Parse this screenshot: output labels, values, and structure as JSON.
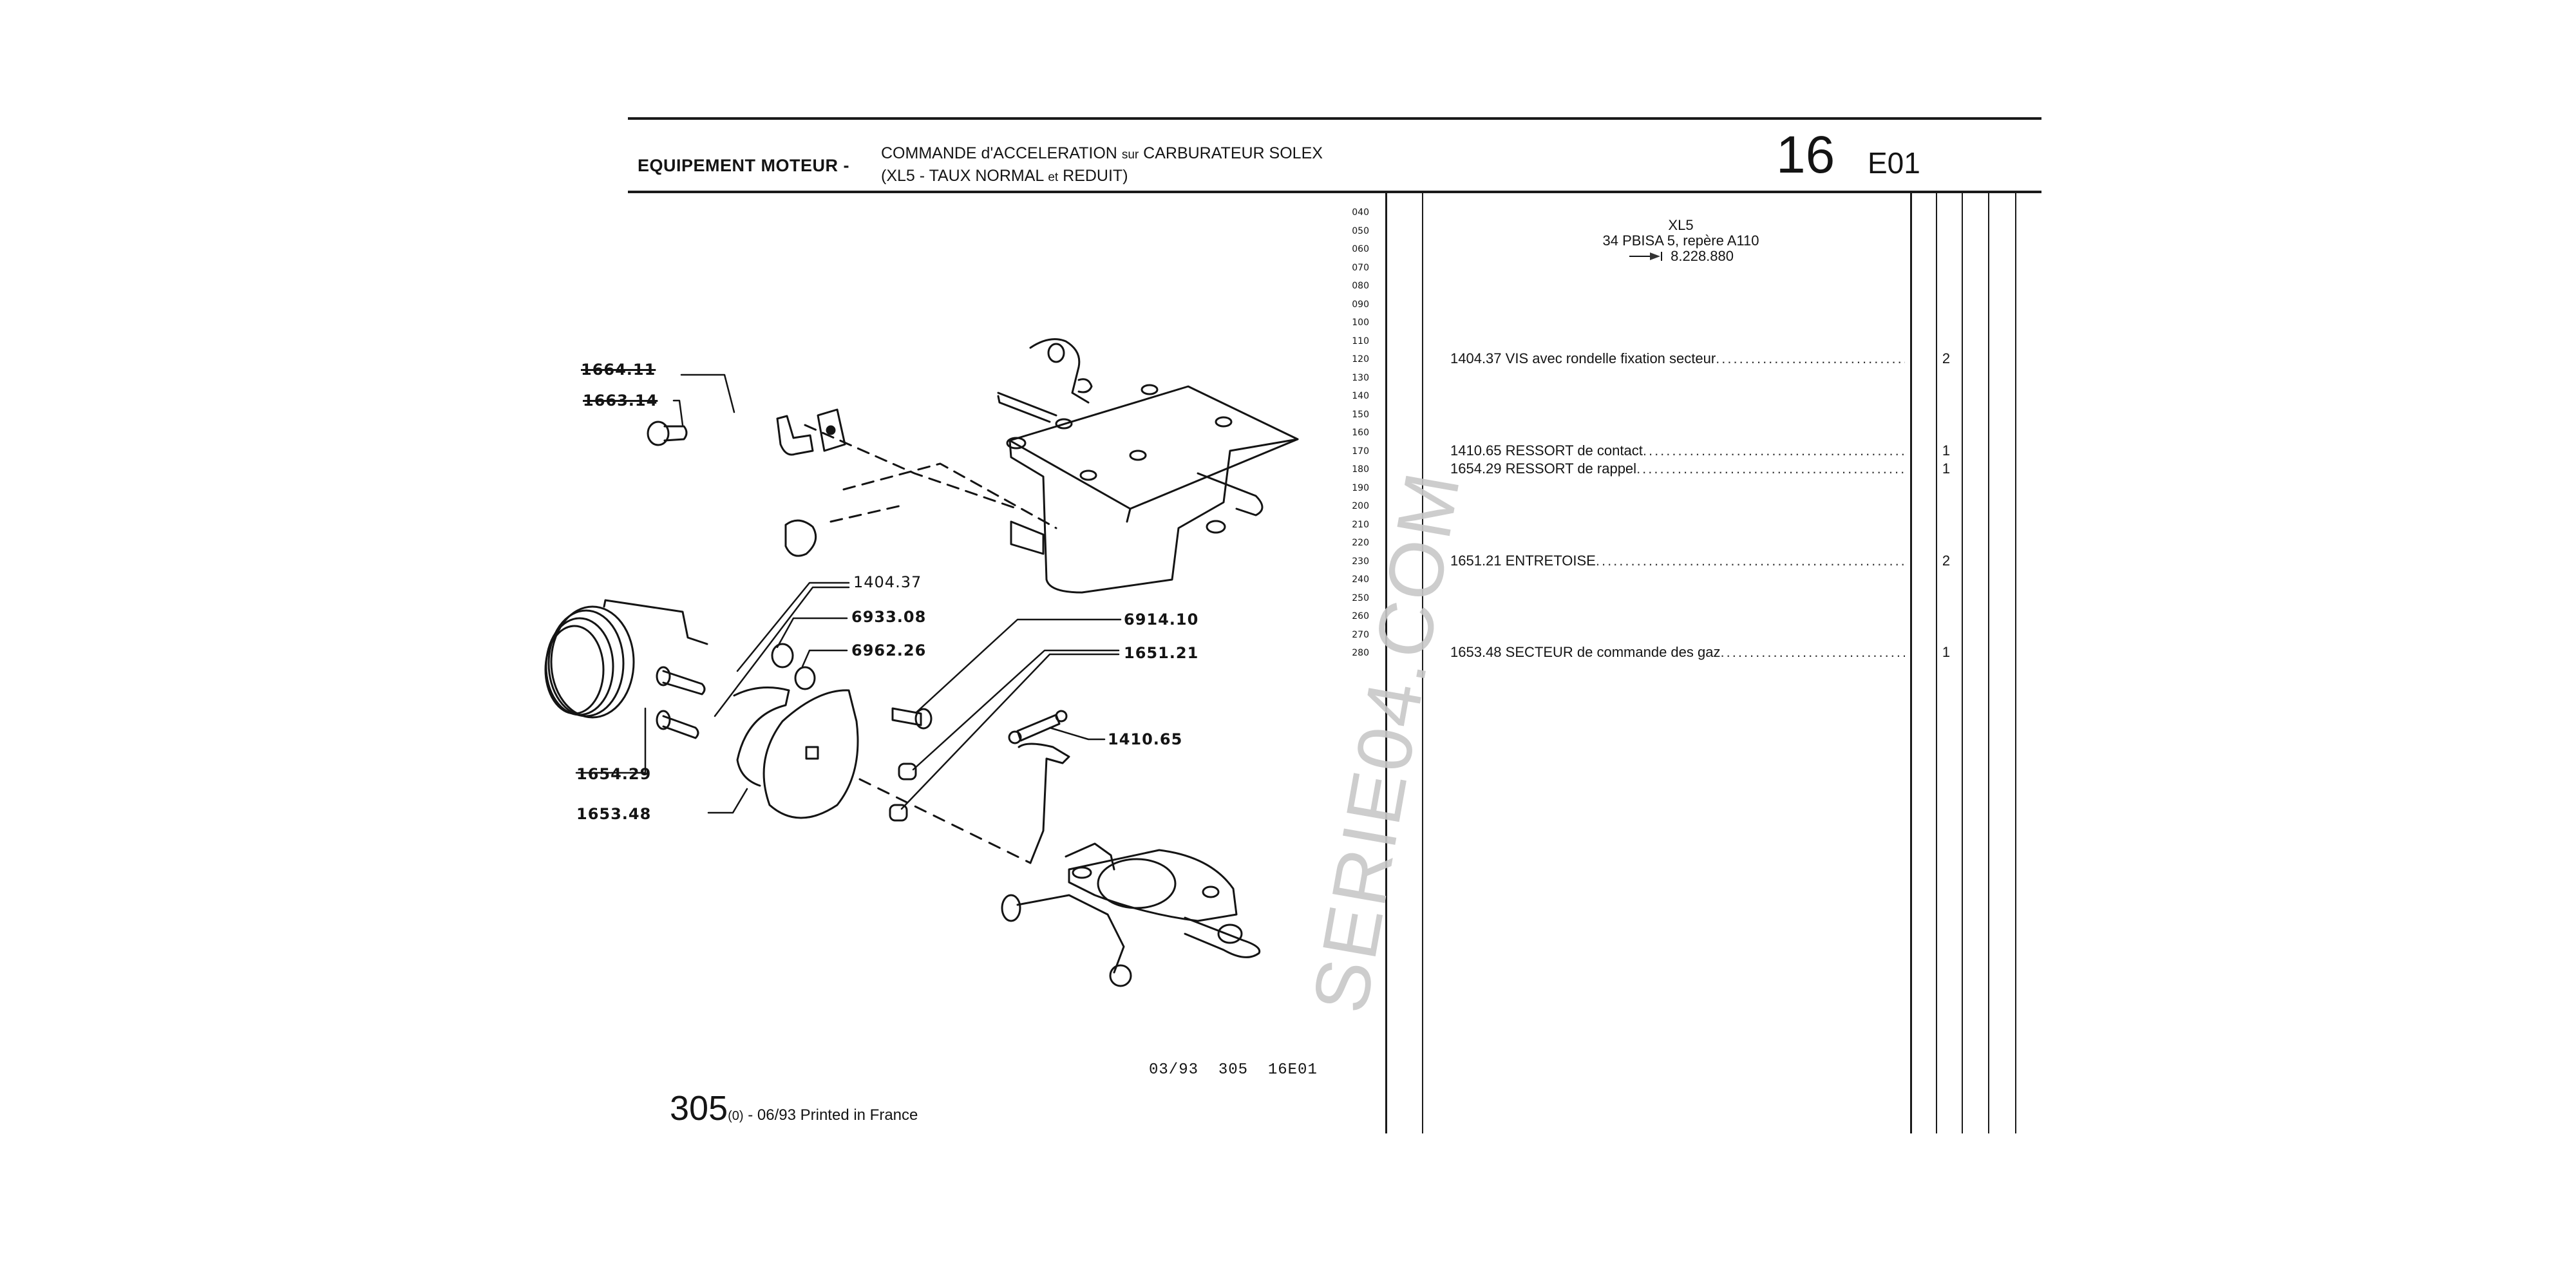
{
  "header": {
    "section": "EQUIPEMENT MOTEUR -",
    "title_line1_a": "COMMANDE d'ACCELERATION",
    "title_line1_sur": "sur",
    "title_line1_b": "CARBURATEUR SOLEX",
    "title_line2_a": "(XL5 - TAUX NORMAL",
    "title_line2_et": "et",
    "title_line2_b": "REDUIT)",
    "group_number": "16",
    "plate_code": "E01"
  },
  "line_numbers": [
    "040",
    "050",
    "060",
    "070",
    "080",
    "090",
    "100",
    "110",
    "120",
    "130",
    "140",
    "150",
    "160",
    "170",
    "180",
    "190",
    "200",
    "210",
    "220",
    "230",
    "240",
    "250",
    "260",
    "270",
    "280"
  ],
  "variant": {
    "engine": "XL5",
    "carburettor": "34 PBISA 5, repère A110",
    "serial_from_icon": "up-to-arrow-icon",
    "serial": "8.228.880"
  },
  "parts": [
    {
      "line": "120",
      "ref": "1404.37",
      "description": "VIS avec rondelle fixation secteur",
      "qty": "2"
    },
    {
      "line": "170",
      "ref": "1410.65",
      "description": "RESSORT de contact",
      "qty": "1"
    },
    {
      "line": "180",
      "ref": "1654.29",
      "description": "RESSORT de rappel",
      "qty": "1"
    },
    {
      "line": "230",
      "ref": "1651.21",
      "description": "ENTRETOISE",
      "qty": "2"
    },
    {
      "line": "280",
      "ref": "1653.48",
      "description": "SECTEUR de commande des gaz",
      "qty": "1"
    }
  ],
  "callouts": {
    "c1664": "1664.11",
    "c1663": "1663.14",
    "c1404": "1404.37",
    "c6933": "6933.08",
    "c6962": "6962.26",
    "c6914": "6914.10",
    "c1651": "1651.21",
    "c1410": "1410.65",
    "c1654": "1654.29",
    "c1653": "1653.48"
  },
  "footer": {
    "drawing_ref": "03/93  305  16E01",
    "model": "305",
    "edition": "(0)",
    "print_info": " - 06/93 Printed in France"
  },
  "watermark": "SERIE04.COM",
  "colors": {
    "ink": "#141414",
    "paper": "#ffffff",
    "watermark": "#c8c8c8"
  }
}
